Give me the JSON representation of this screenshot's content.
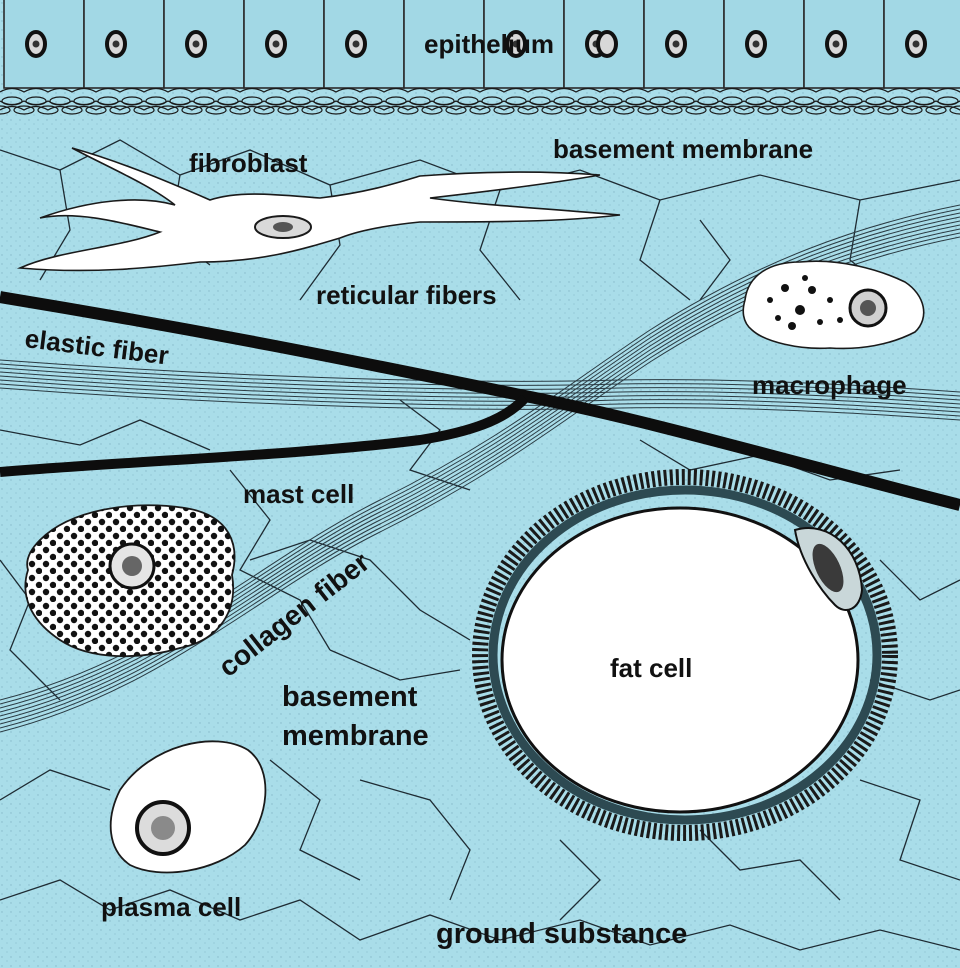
{
  "labels": {
    "epithelium": "epithelium",
    "basement_membrane_top": "basement membrane",
    "fibroblast": "fibroblast",
    "reticular_fibers": "reticular fibers",
    "macrophage": "macrophage",
    "elastic_fiber": "elastic fiber",
    "mast_cell": "mast cell",
    "collagen_fiber": "collagen fiber",
    "fat_cell": "fat cell",
    "basement_membrane_lower_1": "basement",
    "basement_membrane_lower_2": "membrane",
    "plasma_cell": "plasma cell",
    "ground_substance": "ground substance"
  },
  "colors": {
    "background": "#a9dde9",
    "epithelium_fill": "#a2d8e5",
    "outline": "#1a1a1a",
    "cell_white": "#ffffff"
  }
}
